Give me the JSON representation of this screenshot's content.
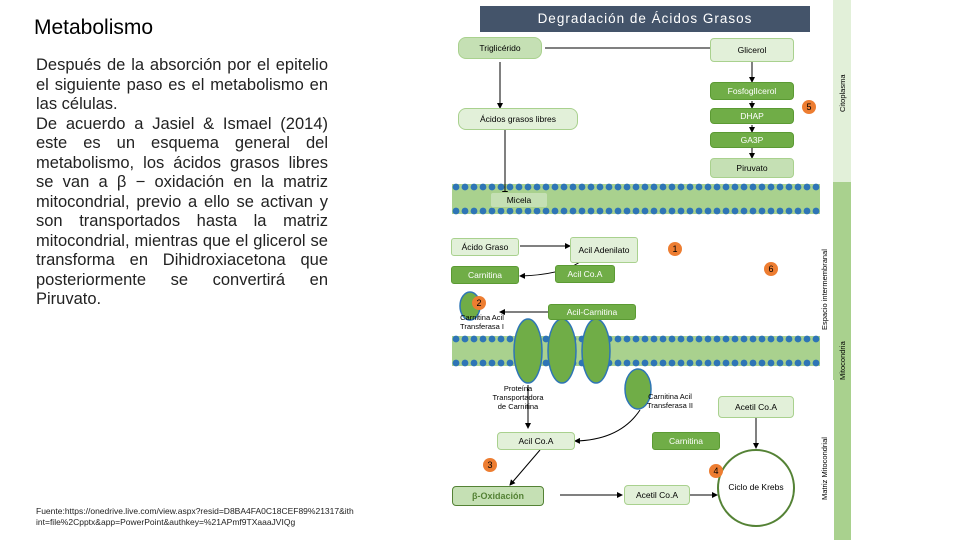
{
  "slide": {
    "title": "Metabolismo",
    "header": "Degradación de Ácidos Grasos",
    "body": [
      "Después de la absorción por el epitelio el siguiente paso es el metabolismo en las células.",
      "De acuerdo a Jasiel & Ismael (2014) este es un esquema general del metabolismo, los ácidos grasos libres se van a β − oxidación en la matriz mitocondrial, previo a ello se activan y son transportados hasta la matriz mitocondrial, mientras que el glicerol se transforma en Dihidroxiacetona que posteriormente se convertirá en Piruvato."
    ],
    "source": "Fuente:https://onedrive.live.com/view.aspx?resid=D8BA4FA0C18CEF89%21317&ith int=file%2Cpptx&app=PowerPoint&authkey=%21APmf9TXaaaJVIQg"
  },
  "diagram": {
    "nodes": {
      "trigliceridos": "Triglicérido",
      "glicerol": "Glicerol",
      "fosfoglicerol": "FosfoglIcerol",
      "acidos_grasos_libres": "Ácidos grasos libres",
      "dhap": "DHAP",
      "ga3p": "GA3P",
      "piruvato": "Piruvato",
      "micela": "Micela",
      "acido_graso": "Ácido Graso",
      "acil_adenilato": "Acil Adenilato",
      "acil_coa_1": "Acil Co.A",
      "carnitina_1": "Carnitina",
      "carnitina_acil_transferasa_1": "Carnitina Acil Transferasa I",
      "acil_carnitina": "Acil-Carnitina",
      "proteina_transportadora": "Proteína Transportadora de Carnitina",
      "carnitina_acil_transferasa_2": "Carnitina Acil Transferasa II",
      "acetil_coa_1": "Acetil Co.A",
      "acil_coa_2": "Acil Co.A",
      "carnitina_2": "Carnitina",
      "beta_oxidacion": "β-Oxidación",
      "acetil_coa_2": "Acetil Co.A",
      "ciclo_krebs": "Ciclo de Krebs"
    },
    "badges": [
      "1",
      "2",
      "3",
      "4",
      "5",
      "6"
    ],
    "regions": {
      "citoplasma": "Citoplasma",
      "espacio_intermembranal": "Espacio intermembranal",
      "mitocondria": "Mitocondria",
      "matriz_mitocondrial": "Matriz Mitocondrial"
    },
    "colors": {
      "header": "#44546a",
      "light_green": "#c5e0b4",
      "mid_green": "#70ad47",
      "dark_green": "#548235",
      "membrane_blue": "#2e75b6",
      "badge_orange": "#ed7d31"
    }
  }
}
